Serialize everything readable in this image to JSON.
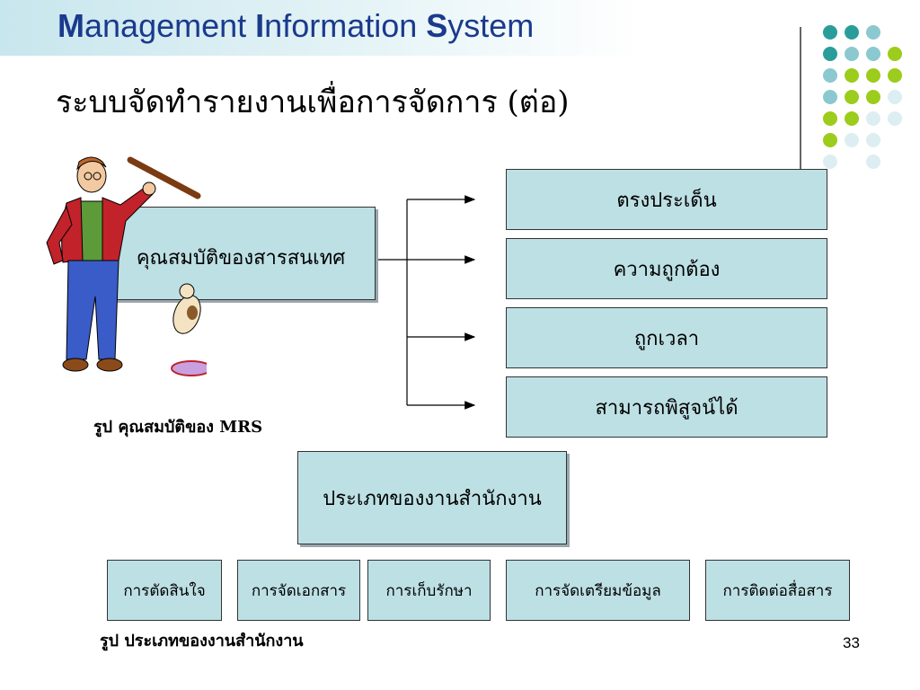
{
  "header": {
    "title_parts": [
      {
        "text": "M",
        "bold": true
      },
      {
        "text": "anagement ",
        "bold": false
      },
      {
        "text": "I",
        "bold": true
      },
      {
        "text": "nformation ",
        "bold": false
      },
      {
        "text": "S",
        "bold": true
      },
      {
        "text": "ystem",
        "bold": false
      }
    ]
  },
  "slide": {
    "subtitle": "ระบบจัดทำรายงานเพื่อการจัดการ (ต่อ)",
    "slide_number": "33"
  },
  "diagram1": {
    "source": "คุณสมบัติของสารสนเทศ",
    "targets": [
      "ตรงประเด็น",
      "ความถูกต้อง",
      "ถูกเวลา",
      "สามารถพิสูจน์ได้"
    ],
    "caption": "รูป คุณสมบัติของ MRS"
  },
  "diagram2": {
    "root": "ประเภทของงานสำนักงาน",
    "children": [
      "การตัดสินใจ",
      "การจัดเอกสาร",
      "การเก็บรักษา",
      "การจัดเตรียมข้อมูล",
      "การติดต่อสื่อสาร"
    ],
    "caption": "รูป ประเภทของงานสำนักงาน"
  },
  "colors": {
    "title": "#1a3a8c",
    "box_fill": "#bde0e4",
    "dot_teal": "#2a9d9a",
    "dot_blue": "#8cc8d0",
    "dot_green": "#9ccc1c",
    "dot_pale": "#dceef2"
  },
  "illustration": {
    "icon": "person-with-stick-and-dog-clipart"
  }
}
